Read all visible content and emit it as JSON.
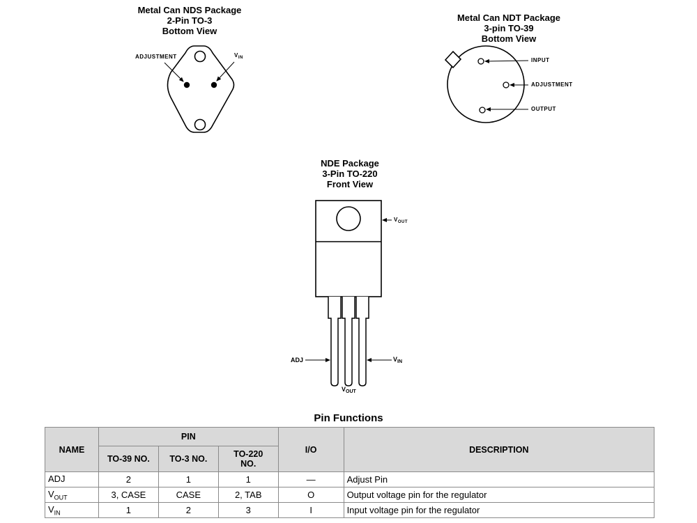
{
  "packages": {
    "nds": {
      "title_line1": "Metal Can NDS Package",
      "title_line2": "2-Pin TO-3",
      "title_line3": "Bottom View",
      "pin_adjustment": "ADJUSTMENT",
      "pin_vin_main": "V",
      "pin_vin_sub": "IN"
    },
    "ndt": {
      "title_line1": "Metal Can NDT Package",
      "title_line2": "3-pin TO-39",
      "title_line3": "Bottom View",
      "pin_input": "INPUT",
      "pin_adjustment": "ADJUSTMENT",
      "pin_output": "OUTPUT"
    },
    "nde": {
      "title_line1": "NDE Package",
      "title_line2": "3-Pin TO-220",
      "title_line3": "Front View",
      "tab_vout_main": "V",
      "tab_vout_sub": "OUT",
      "pin_adj": "ADJ",
      "pin_vin_main": "V",
      "pin_vin_sub": "IN",
      "pin_vout_main": "V",
      "pin_vout_sub": "OUT"
    }
  },
  "pin_functions": {
    "title": "Pin Functions",
    "headers": {
      "name": "NAME",
      "pin": "PIN",
      "to39": "TO-39 NO.",
      "to3": "TO-3 NO.",
      "to220_line1": "TO-220",
      "to220_line2": "NO.",
      "io": "I/O",
      "description": "DESCRIPTION"
    },
    "rows": [
      {
        "name_main": "ADJ",
        "name_sub": "",
        "to39": "2",
        "to3": "1",
        "to220": "1",
        "io": "—",
        "description": "Adjust Pin"
      },
      {
        "name_main": "V",
        "name_sub": "OUT",
        "to39": "3, CASE",
        "to3": "CASE",
        "to220": "2, TAB",
        "io": "O",
        "description": "Output voltage pin for the regulator"
      },
      {
        "name_main": "V",
        "name_sub": "IN",
        "to39": "1",
        "to3": "2",
        "to220": "3",
        "io": "I",
        "description": "Input voltage pin for the regulator"
      }
    ]
  }
}
